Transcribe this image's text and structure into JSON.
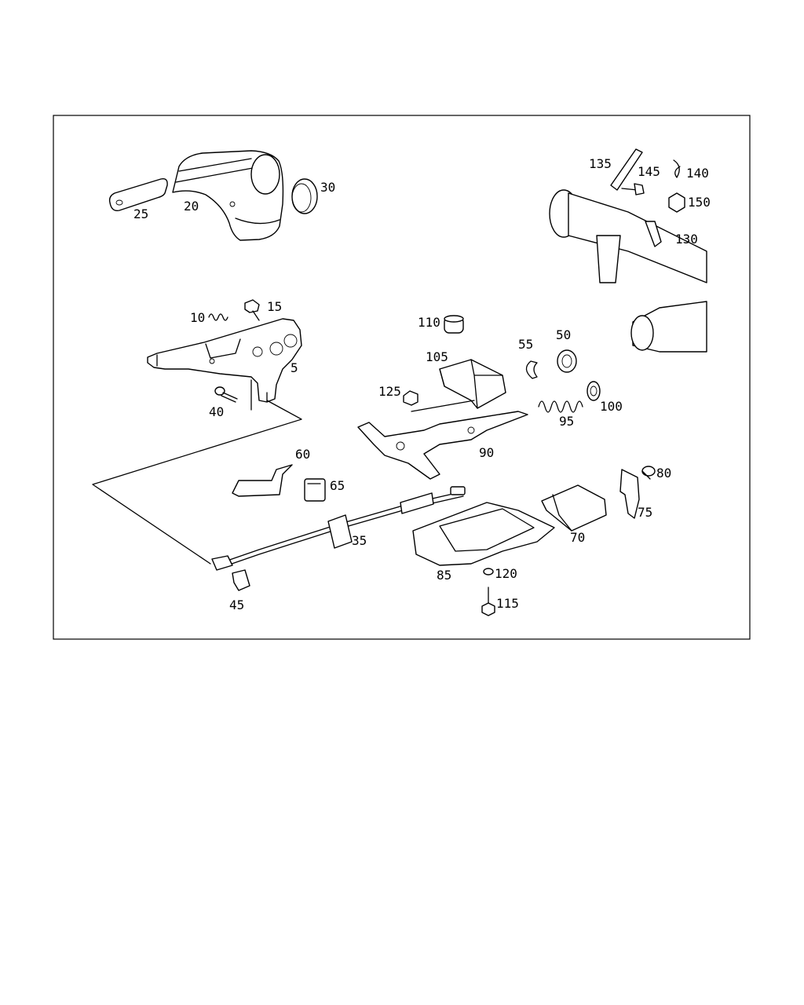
{
  "callouts": {
    "c5": "5",
    "c10": "10",
    "c15": "15",
    "c20": "20",
    "c25": "25",
    "c30": "30",
    "c35": "35",
    "c40": "40",
    "c45": "45",
    "c50": "50",
    "c55": "55",
    "c60": "60",
    "c65": "65",
    "c70": "70",
    "c75": "75",
    "c80": "80",
    "c85": "85",
    "c90": "90",
    "c95": "95",
    "c100": "100",
    "c105": "105",
    "c110": "110",
    "c115": "115",
    "c120": "120",
    "c125": "125",
    "c130": "130",
    "c135": "135",
    "c140": "140",
    "c145": "145",
    "c150": "150"
  }
}
